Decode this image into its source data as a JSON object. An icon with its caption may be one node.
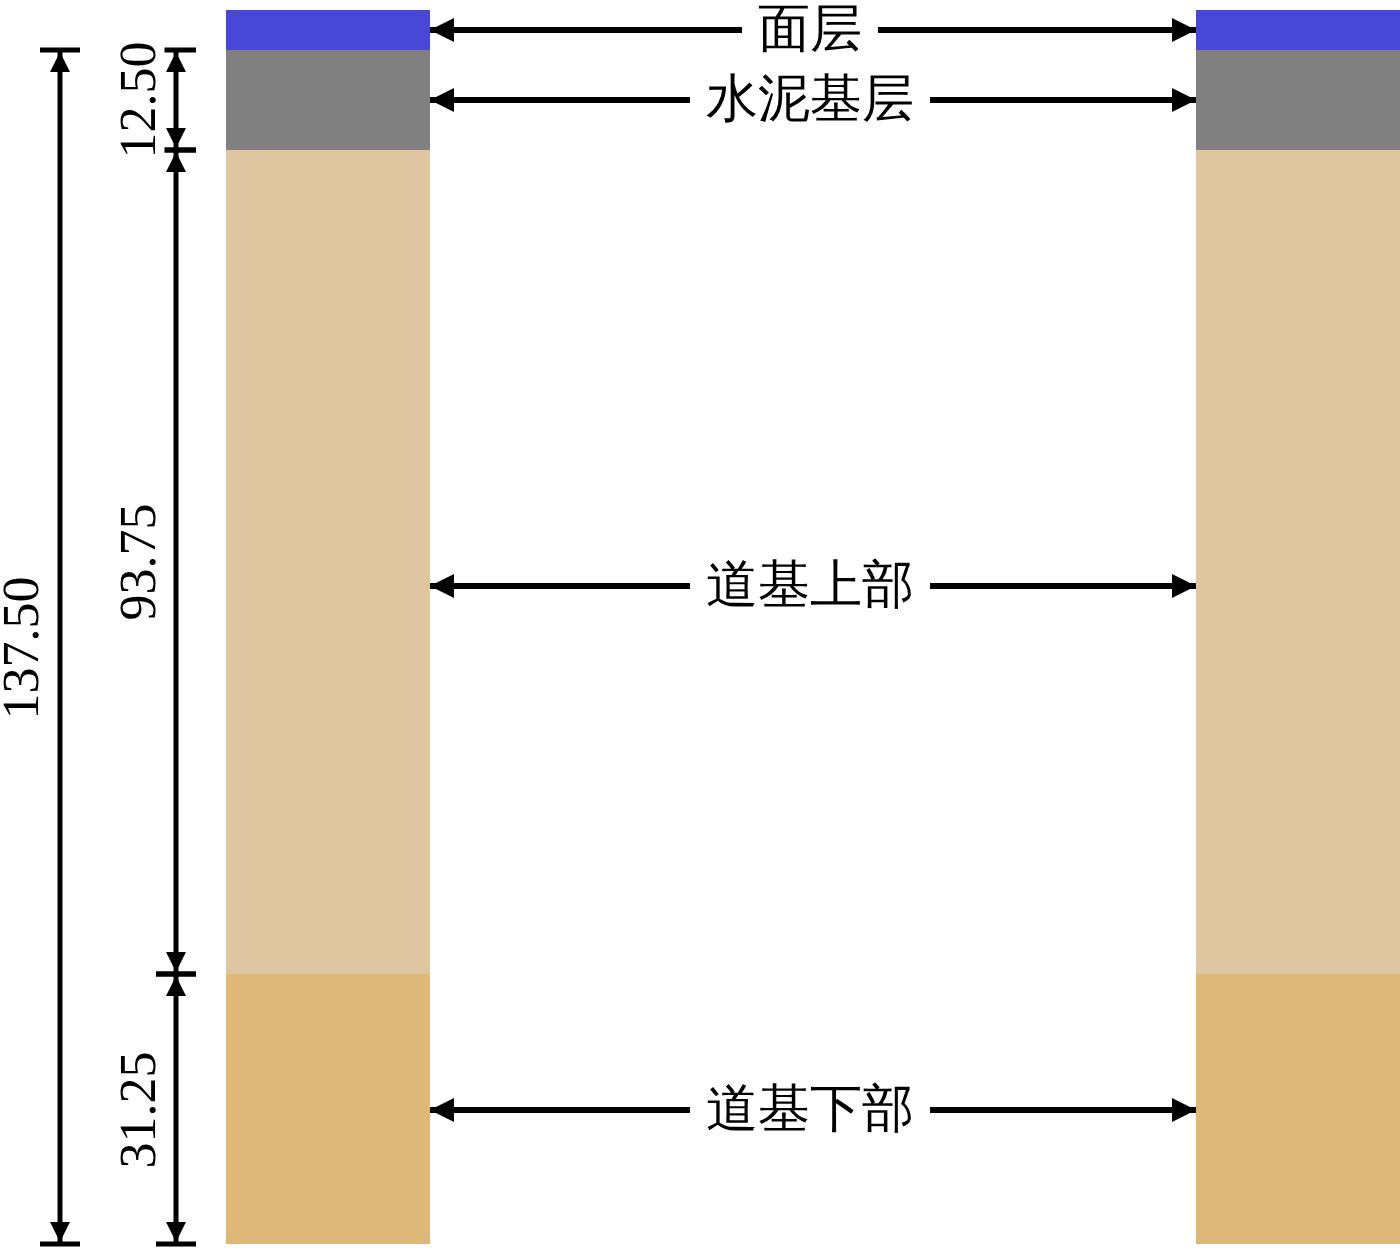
{
  "diagram": {
    "nodes": [
      {
        "text": [],
        "shape": "box"
      },
      {
        "text": [
          "面层"
        ]
      },
      {
        "text": [],
        "shape": "box"
      },
      {
        "text": [],
        "shape": "box"
      },
      {
        "text": [
          "水泥基层"
        ]
      },
      {
        "text": [],
        "shape": "box"
      },
      {
        "text": [],
        "shape": "box"
      },
      {
        "text": [
          "道基上部"
        ]
      },
      {
        "text": [],
        "shape": "box"
      },
      {
        "text": [],
        "shape": "box"
      },
      {
        "text": [
          "道基下部"
        ]
      },
      {
        "text": [],
        "shape": "box"
      }
    ],
    "edges": [
      {
        "from": 1,
        "to": 0,
        "arrow": "to"
      },
      {
        "from": 1,
        "to": 2,
        "arrow": "to"
      },
      {
        "from": 4,
        "to": 3,
        "arrow": "to"
      },
      {
        "from": 4,
        "to": 5,
        "arrow": "to"
      },
      {
        "from": 7,
        "to": 6,
        "arrow": "to"
      },
      {
        "from": 7,
        "to": 8,
        "arrow": "to"
      },
      {
        "from": 10,
        "to": 9,
        "arrow": "to"
      },
      {
        "from": 10,
        "to": 11,
        "arrow": "to"
      }
    ],
    "labels": [
      "137.50",
      "12.50",
      "93.75",
      "31.25"
    ]
  }
}
